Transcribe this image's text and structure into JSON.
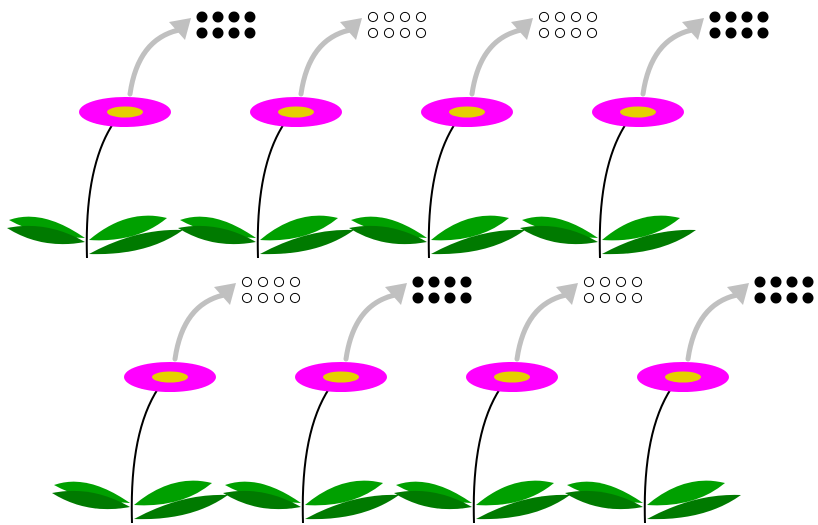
{
  "colors": {
    "petal": "#ff00ff",
    "center": "#e5d000",
    "stem": "#000000",
    "leaf_light": "#00a000",
    "leaf_dark": "#007a00",
    "arrow": "#c0c0c0",
    "dot_filled": "#000000",
    "dot_empty_fill": "#ffffff",
    "dot_empty_stroke": "#000000"
  },
  "icons": {
    "flower": "flower-icon",
    "arrow": "curved-arrow-icon",
    "indicator": "dot-grid-2x4-icon"
  },
  "rows": [
    {
      "flowers": [
        {
          "indicator": "filled"
        },
        {
          "indicator": "empty"
        },
        {
          "indicator": "empty"
        },
        {
          "indicator": "filled"
        }
      ]
    },
    {
      "flowers": [
        {
          "indicator": "empty"
        },
        {
          "indicator": "filled"
        },
        {
          "indicator": "empty"
        },
        {
          "indicator": "filled"
        }
      ]
    }
  ],
  "indicator_grid": {
    "rows": 2,
    "cols": 4
  }
}
